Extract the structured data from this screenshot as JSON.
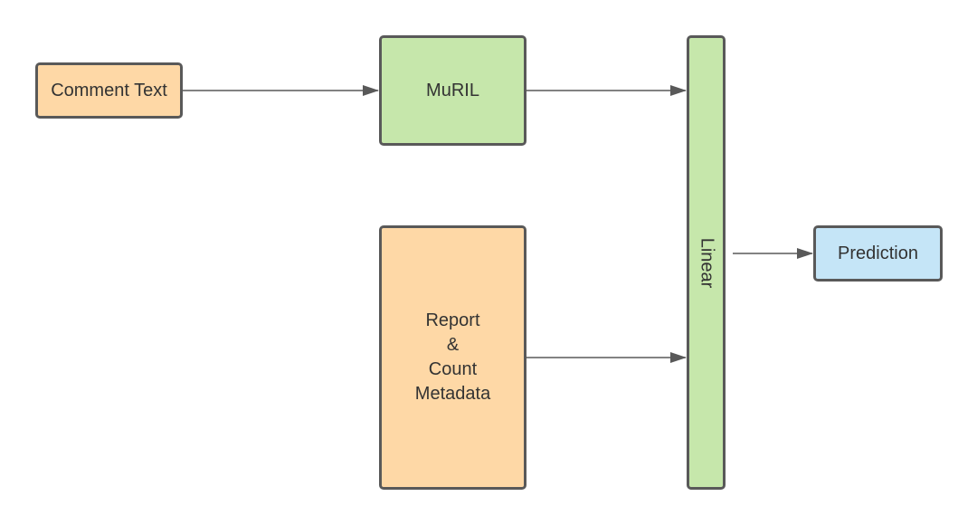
{
  "nodes": {
    "comment_text": "Comment Text",
    "muril": "MuRIL",
    "report_metadata": "Report\n&\nCount\nMetadata",
    "linear": "Linear",
    "prediction": "Prediction"
  },
  "colors": {
    "input_fill": "#fed8a6",
    "model_fill": "#c6e7ab",
    "output_fill": "#c5e5f7",
    "border": "#595959",
    "arrow": "#595959"
  },
  "edges": [
    {
      "from": "comment_text",
      "to": "muril"
    },
    {
      "from": "muril",
      "to": "linear"
    },
    {
      "from": "report_metadata",
      "to": "linear"
    },
    {
      "from": "linear",
      "to": "prediction"
    }
  ]
}
